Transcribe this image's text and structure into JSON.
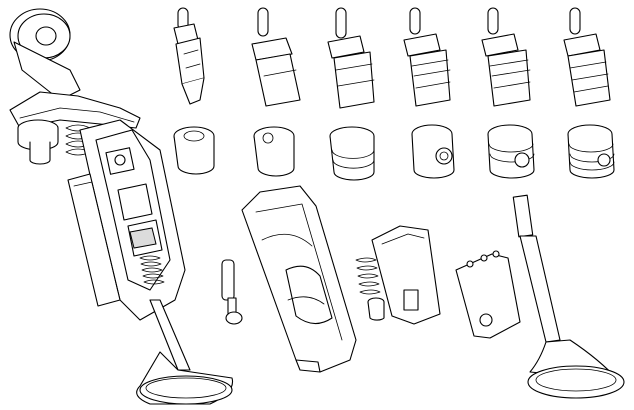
{
  "figure": {
    "description_visible_text": "",
    "colors": {
      "line": "#000000",
      "background": "#ffffff"
    },
    "parts": [
      {
        "id": "assembled-valve-actuator",
        "kind": "assembly-cutaway"
      },
      {
        "id": "pin-stage-1",
        "kind": "pin"
      },
      {
        "id": "pin-stage-2",
        "kind": "pin"
      },
      {
        "id": "pin-stage-3",
        "kind": "pin"
      },
      {
        "id": "pin-stage-4",
        "kind": "pin"
      },
      {
        "id": "pin-stage-5",
        "kind": "pin"
      },
      {
        "id": "pin-stage-6",
        "kind": "pin"
      },
      {
        "id": "sleeve-stage-1",
        "kind": "sleeve"
      },
      {
        "id": "sleeve-stage-2",
        "kind": "sleeve"
      },
      {
        "id": "sleeve-stage-3",
        "kind": "sleeve"
      },
      {
        "id": "sleeve-stage-4",
        "kind": "sleeve"
      },
      {
        "id": "sleeve-stage-5",
        "kind": "sleeve"
      },
      {
        "id": "sleeve-stage-6",
        "kind": "sleeve"
      },
      {
        "id": "small-plunger",
        "kind": "plunger"
      },
      {
        "id": "cutaway-housing",
        "kind": "housing"
      },
      {
        "id": "spring-with-cap",
        "kind": "spring"
      },
      {
        "id": "half-shell",
        "kind": "housing"
      },
      {
        "id": "retainer-plate",
        "kind": "plate"
      },
      {
        "id": "engine-valve",
        "kind": "valve"
      }
    ]
  }
}
